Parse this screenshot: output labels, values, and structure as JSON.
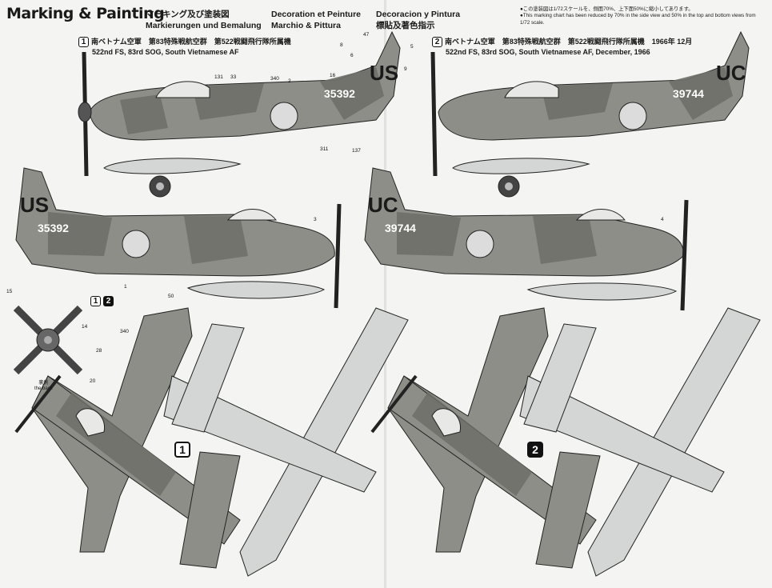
{
  "header": {
    "title": "Marking & Painting",
    "jp_title": "マーキング及び塗装図",
    "de_title": "Markierungen und Bemalung",
    "fr_title": "Decoration et Peinture",
    "it_title": "Marchio & Pittura",
    "es_title": "Decoracion y Pintura",
    "zh_title": "標貼及著色指示",
    "note_jp": "●この塗装図は1/72スケールを、側面70%、上下面50%に縮小してあります。",
    "note_en": "●This marking chart has been reduced by 70% in the side view and 50% in the top and bottom views from 1/72 scale."
  },
  "schemes": [
    {
      "badge": "1",
      "jp": "南ベトナム空軍　第83特殊戦航空群　第522戦闘飛行隊所属機",
      "en": "522nd FS, 83rd SOG, South Vietnamese AF",
      "tail_code": "US",
      "serial": "35392"
    },
    {
      "badge": "2",
      "jp": "南ベトナム空軍　第83特殊戦航空群　第522戦闘飛行隊所属機　1966年 12月",
      "en": "522nd FS, 83rd SOG, South Vietnamese AF, December, 1966",
      "tail_code": "UC",
      "serial": "39744"
    }
  ],
  "prop_view": {
    "badges": [
      "1",
      "2"
    ],
    "back_jp": "裏側",
    "back_en": "the back"
  },
  "callouts": [
    "131",
    "33",
    "340",
    "2",
    "16",
    "50",
    "47",
    "8",
    "6",
    "5",
    "9",
    "311",
    "137",
    "3",
    "4",
    "1",
    "15",
    "14",
    "20",
    "28",
    "340"
  ],
  "colors": {
    "paper": "#f4f4f2",
    "camo_light": "#a9a9a3",
    "camo_dark": "#6f6f69",
    "underside": "#d4d6d6",
    "ink": "#1a1a1a"
  }
}
